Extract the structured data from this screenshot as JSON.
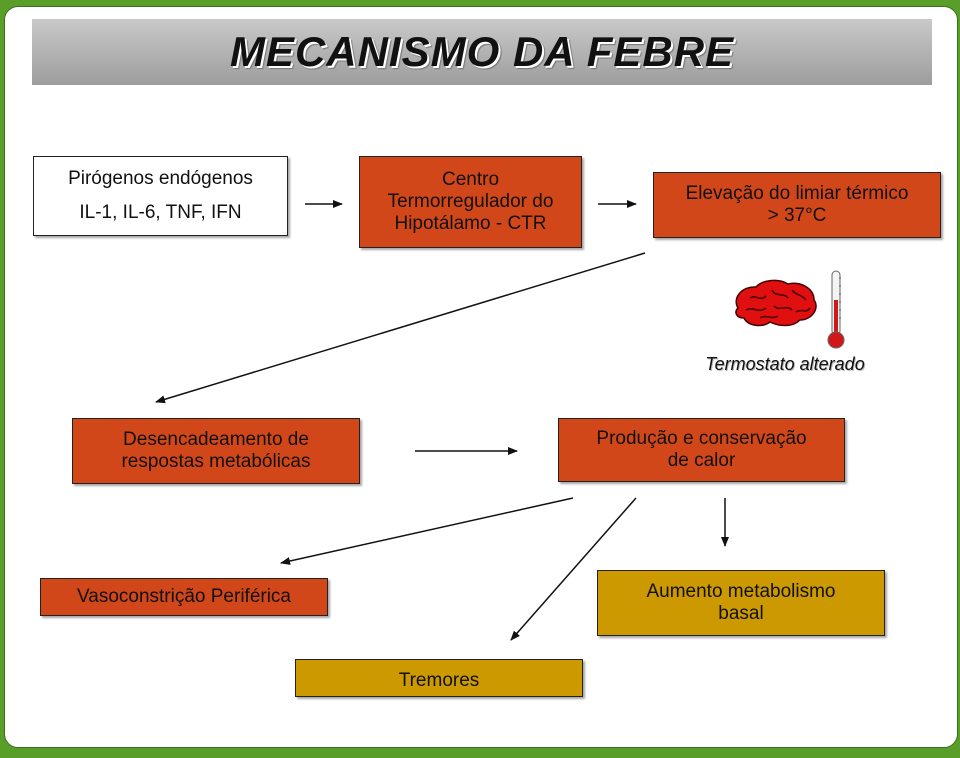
{
  "title": "MECANISMO DA FEBRE",
  "nodes": {
    "pirogenos": {
      "line1": "Pirógenos endógenos",
      "line2": "IL-1, IL-6, TNF, IFN"
    },
    "centro": {
      "line1": "Centro",
      "line2": "Termorregulador do",
      "line3": "Hipotálamo - CTR"
    },
    "elevacao": {
      "line1": "Elevação do limiar térmico",
      "line2": ">   37°C"
    },
    "desencadeamento": {
      "line1": "Desencadeamento de",
      "line2": "respostas metabólicas"
    },
    "producao": {
      "line1": "Produção e conservação",
      "line2": "de calor"
    },
    "vasoconstricao": {
      "line1": "Vasoconstrição Periférica"
    },
    "aumento": {
      "line1": "Aumento metabolismo",
      "line2": "basal"
    },
    "tremores": {
      "line1": "Tremores"
    }
  },
  "illustration": {
    "label": "Termostato alterado",
    "icons": [
      "brain-icon",
      "thermometer-icon"
    ]
  },
  "colors": {
    "title_bar": "#b5b5b5",
    "red_box": "#d2471a",
    "gold_box": "#cc9900",
    "background": "#5a9e2a"
  }
}
